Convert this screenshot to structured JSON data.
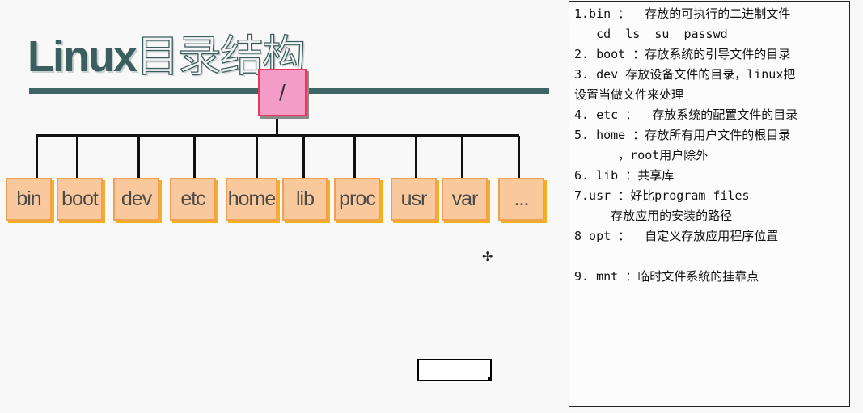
{
  "diagram": {
    "title_latin": "Linux",
    "title_cn": "目录结构",
    "root": "/",
    "children": [
      "bin",
      "boot",
      "dev",
      "etc",
      "home",
      "lib",
      "proc",
      "usr",
      "var",
      "..."
    ]
  },
  "notes": {
    "lines": [
      "1.bin ：  存放的可执行的二进制文件",
      "   cd  ls  su  passwd",
      "2. boot ：存放系统的引导文件的目录",
      "3. dev 存放设备文件的目录，linux把",
      "设置当做文件来处理",
      "4. etc ：  存放系统的配置文件的目录",
      "5. home ：存放所有用户文件的根目录",
      "      ，root用户除外",
      "6. lib ：共享库",
      "7.usr ：好比program files",
      "     存放应用的安装的路径",
      "8 opt ：  自定义存放应用程序位置",
      "",
      "9. mnt ：临时文件系统的挂靠点"
    ]
  }
}
